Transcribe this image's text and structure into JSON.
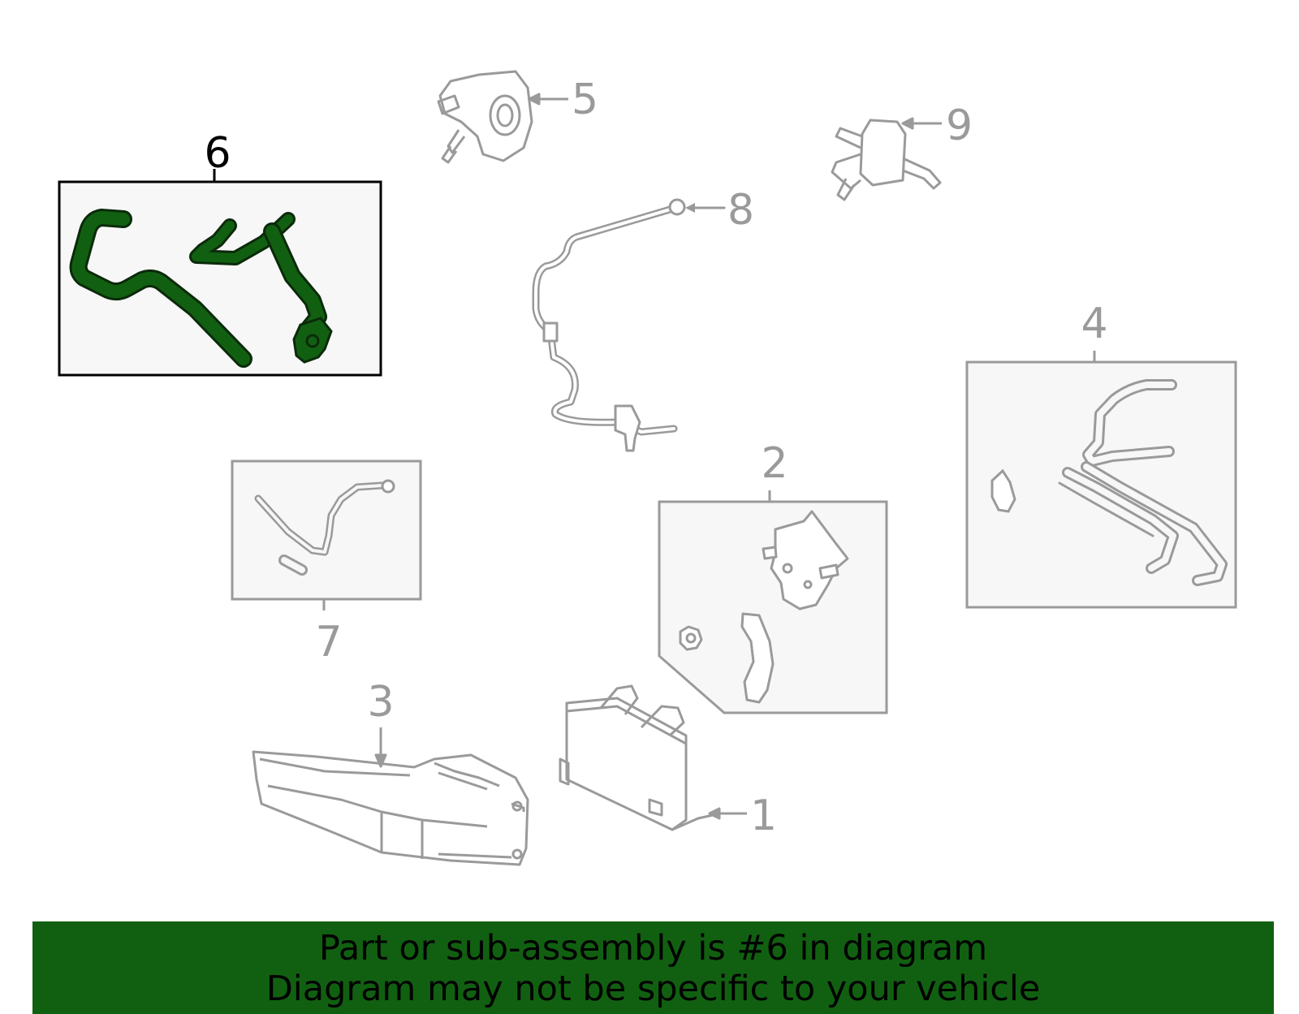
{
  "diagram": {
    "highlighted_part": "6",
    "colors": {
      "highlight_fill": "#116011",
      "part_stroke": "#9a9a9a",
      "box_fill": "#f7f7f7",
      "banner_bg": "#116011"
    },
    "callouts": [
      {
        "number": "1",
        "highlighted": false
      },
      {
        "number": "2",
        "highlighted": false
      },
      {
        "number": "3",
        "highlighted": false
      },
      {
        "number": "4",
        "highlighted": false
      },
      {
        "number": "5",
        "highlighted": false
      },
      {
        "number": "6",
        "highlighted": true
      },
      {
        "number": "7",
        "highlighted": false
      },
      {
        "number": "8",
        "highlighted": false
      },
      {
        "number": "9",
        "highlighted": false
      }
    ]
  },
  "banner": {
    "line1": "Part or sub-assembly is #6 in diagram",
    "line2": "Diagram may not be specific to your vehicle"
  }
}
